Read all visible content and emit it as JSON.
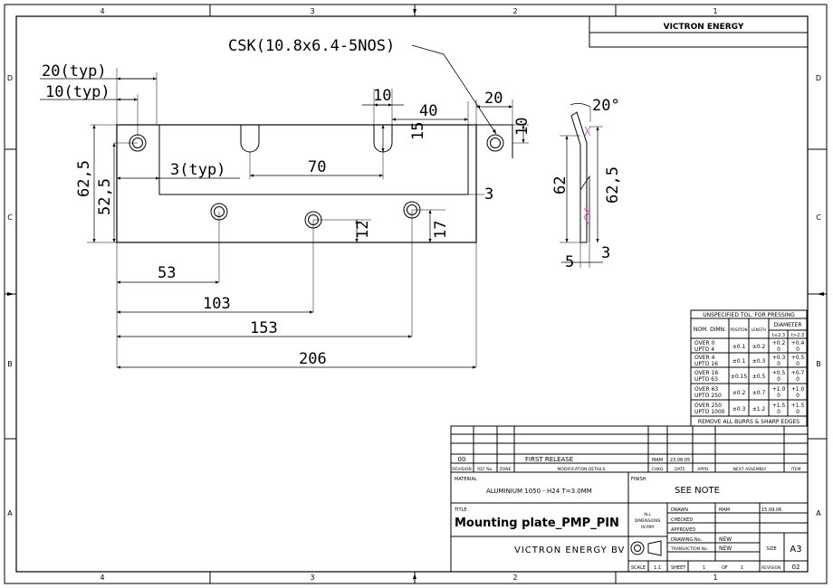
{
  "sheet": {
    "grid_columns": [
      "4",
      "3",
      "2",
      "1"
    ],
    "grid_rows": [
      "D",
      "C",
      "B",
      "A"
    ]
  },
  "company_header": "VICTRON ENERGY",
  "drawing": {
    "csk_note": "CSK(10.8x6.4-5NOS)",
    "dims": {
      "d20typ": "20(typ)",
      "d10typ": "10(typ)",
      "d3typ": "3(typ)",
      "d10": "10",
      "d40": "40",
      "d20": "20",
      "d10_right": "10",
      "d15": "15",
      "d70": "70",
      "d3": "3",
      "d62_5_left": "62,5",
      "d52_5": "52,5",
      "d12": "12",
      "d17": "17",
      "d53": "53",
      "d103": "103",
      "d153": "153",
      "d206": "206",
      "d62_side": "62",
      "d62_5_side": "62,5",
      "d20deg": "20°",
      "d5": "5",
      "d3_side": "3"
    }
  },
  "tolerance_table": {
    "title": "UNSPECIFIED TOL. FOR PRESSING",
    "headers": [
      "NOM. DIMN.",
      "POSITION",
      "LENGTH",
      "DIAMETER"
    ],
    "diameter_sub": [
      "t≤2.3",
      "t>2.3"
    ],
    "rows": [
      {
        "range1": "OVER 0",
        "range2": "UPTO 4",
        "pos": "±0.1",
        "len": "±0.2",
        "d1a": "+0.2",
        "d1b": "0",
        "d2a": "+0.4",
        "d2b": "0"
      },
      {
        "range1": "OVER 4",
        "range2": "UPTO 16",
        "pos": "±0.1",
        "len": "±0.3",
        "d1a": "+0.3",
        "d1b": "0",
        "d2a": "+0.5",
        "d2b": "0"
      },
      {
        "range1": "OVER 16",
        "range2": "UPTO 63",
        "pos": "±0.15",
        "len": "±0.5",
        "d1a": "+0.5",
        "d1b": "0",
        "d2a": "+0.7",
        "d2b": "0"
      },
      {
        "range1": "OVER 63",
        "range2": "UPTO 250",
        "pos": "±0.2",
        "len": "±0.7",
        "d1a": "+1.0",
        "d1b": "0",
        "d2a": "+1.0",
        "d2b": "0"
      },
      {
        "range1": "OVER 250",
        "range2": "UPTO 1000",
        "pos": "±0.3",
        "len": "±1.2",
        "d1a": "+1.5",
        "d1b": "0",
        "d2a": "+1.5",
        "d2b": "0"
      }
    ],
    "footer": "REMOVE ALL BURRS & SHARP EDGES"
  },
  "title_block": {
    "revision": {
      "rev": "00",
      "details": "FIRST RELEASE",
      "chkd": "MAM",
      "date": "23.08.05"
    },
    "rev_headers": [
      "REVISION",
      "REF No.",
      "ZONE",
      "MODIFICATION DETAILS",
      "CHKD",
      "DATE",
      "APPD.",
      "NEXT ASSEMBLY",
      "ITEM"
    ],
    "material_label": "MATERIAL",
    "material_value": "ALUMINIUM 1050 - H24   T=3.0MM",
    "finish_label": "FINISH",
    "finish_value": "SEE NOTE",
    "title_label": "TITLE",
    "title_value": "Mounting plate_PMP_PIN",
    "all_dims": [
      "ALL",
      "DIMENSIONS",
      "IN MM"
    ],
    "drawn_label": "DRAWN",
    "drawn_by": "MAM",
    "drawn_date": "15.09.06",
    "checked_label": "CHECKED",
    "approved_label": "APPROVED",
    "drawing_no_label": "DRAWING No.",
    "drawing_no": "NEW",
    "transaction_label": "TRANSACTION No.",
    "transaction_no": "NEW",
    "size_label": "SIZE",
    "size": "A3",
    "company": "VICTRON ENERGY BV",
    "scale_label": "SCALE",
    "scale": "1:1",
    "sheet_label": "SHEET",
    "sheet_no": "1",
    "of_label": "OF",
    "sheet_total": "1",
    "revision_label": "REVISION",
    "revision_no": "02"
  }
}
